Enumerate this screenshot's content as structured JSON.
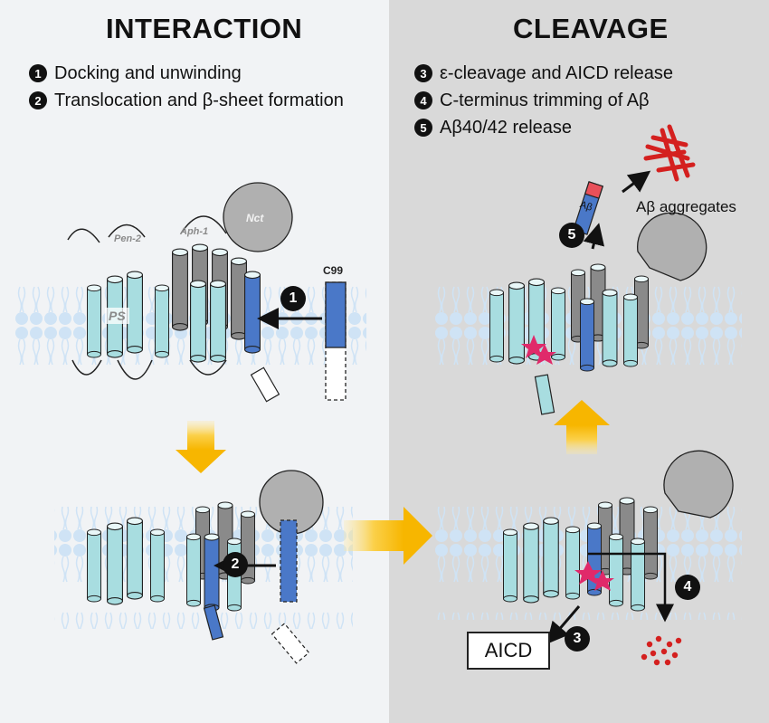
{
  "panels": {
    "interaction": {
      "title": "INTERACTION",
      "steps": [
        {
          "num": "1",
          "text": "Docking and unwinding"
        },
        {
          "num": "2",
          "text": "Translocation and β-sheet formation"
        }
      ]
    },
    "cleavage": {
      "title": "CLEAVAGE",
      "steps": [
        {
          "num": "3",
          "text": "ε-cleavage and AICD release"
        },
        {
          "num": "4",
          "text": "C-terminus trimming of Aβ"
        },
        {
          "num": "5",
          "text": "Aβ40/42 release"
        }
      ]
    }
  },
  "labels": {
    "pen2": "Pen-2",
    "aph1": "Aph-1",
    "nct": "Nct",
    "ps": "PS",
    "c99": "C99",
    "abeta": "Aβ",
    "aggregates": "Aβ aggregates",
    "aicd": "AICD"
  },
  "markers": {
    "m1": "1",
    "m2": "2",
    "m3": "3",
    "m4": "4",
    "m5": "5"
  },
  "colors": {
    "left_bg": "#f1f3f5",
    "right_bg": "#d9d9d9",
    "membrane": "#cfe3f5",
    "helix_cyan": "#a8dde0",
    "helix_gray": "#8a8a8a",
    "helix_blue": "#4a78c8",
    "arrow_yellow": "#f7b600",
    "cleavage_star": "#e0296a",
    "aggregate_red": "#d4201f"
  }
}
